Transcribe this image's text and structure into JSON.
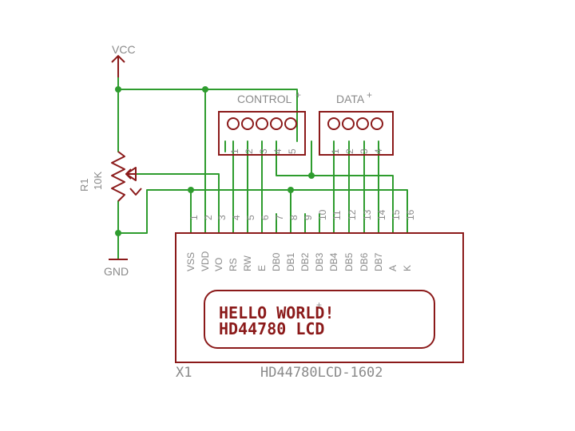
{
  "colors": {
    "wire": "#2e9c2e",
    "part": "#8b1a1a",
    "label": "#8a8a8a",
    "background": "#ffffff"
  },
  "power": {
    "vcc": "VCC",
    "gnd": "GND"
  },
  "resistor": {
    "name": "R1",
    "value": "10K"
  },
  "control_header": {
    "name": "CONTROL",
    "marker": "+",
    "pins": [
      "1",
      "2",
      "3",
      "4",
      "5"
    ]
  },
  "data_header": {
    "name": "DATA",
    "marker": "+",
    "pins": [
      "1",
      "2",
      "3",
      "4"
    ]
  },
  "lcd": {
    "ref": "X1",
    "part": "HD44780LCD-1602",
    "pin_numbers": [
      "1",
      "2",
      "3",
      "4",
      "5",
      "6",
      "7",
      "8",
      "9",
      "10",
      "11",
      "12",
      "13",
      "14",
      "15",
      "16"
    ],
    "pin_names": [
      "VSS",
      "VDD",
      "VO",
      "RS",
      "RW",
      "E",
      "DB0",
      "DB1",
      "DB2",
      "DB3",
      "DB4",
      "DB5",
      "DB6",
      "DB7",
      "A",
      "K"
    ],
    "screen_line1": "HELLO WORLD!",
    "screen_line2": "HD44780 LCD",
    "screen_marker": "+"
  }
}
